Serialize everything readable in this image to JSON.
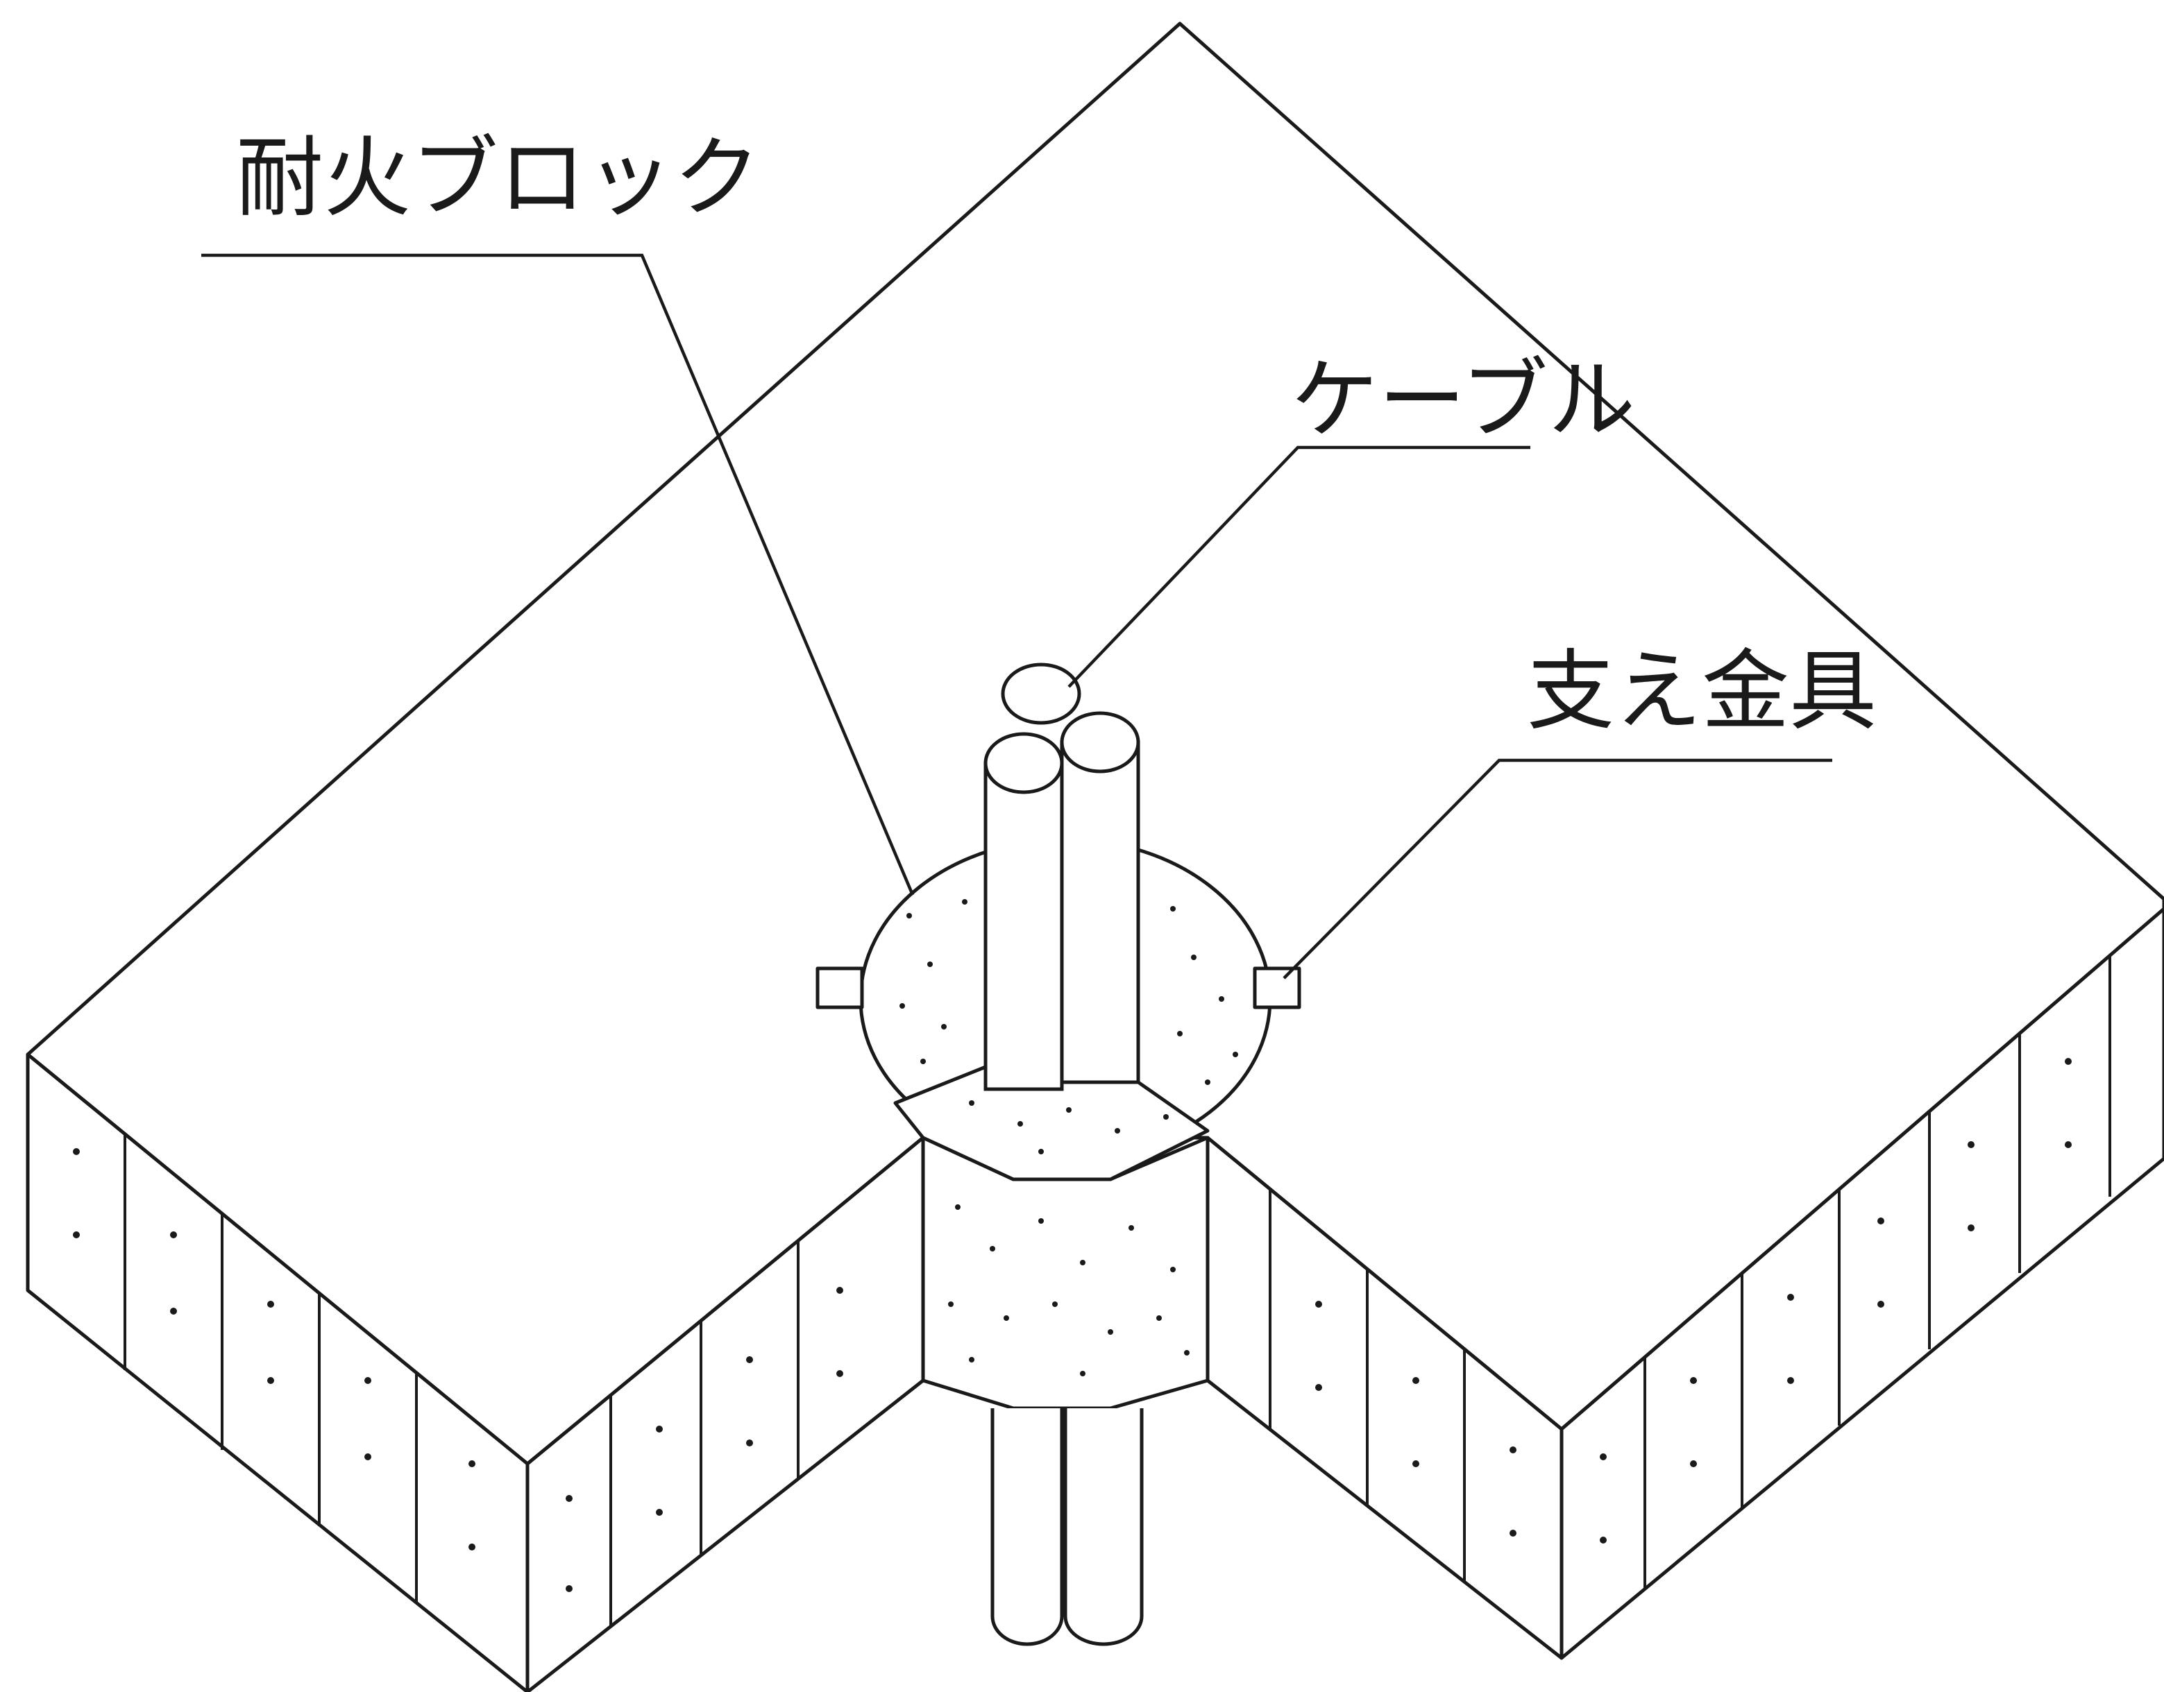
{
  "labels": {
    "fireproof_block": "耐火ブロック",
    "cable": "ケーブル",
    "support_bracket": "支え金具"
  },
  "colors": {
    "line": "#1a1a1a",
    "background": "#ffffff"
  }
}
